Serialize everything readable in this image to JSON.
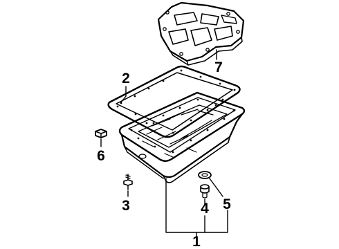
{
  "diagram": {
    "callouts": [
      {
        "id": "callout-1",
        "label": "1"
      },
      {
        "id": "callout-2",
        "label": "2"
      },
      {
        "id": "callout-3",
        "label": "3"
      },
      {
        "id": "callout-4",
        "label": "4"
      },
      {
        "id": "callout-5",
        "label": "5"
      },
      {
        "id": "callout-6",
        "label": "6"
      },
      {
        "id": "callout-7",
        "label": "7"
      }
    ],
    "colors": {
      "ink": "#000000",
      "background": "#ffffff"
    }
  }
}
